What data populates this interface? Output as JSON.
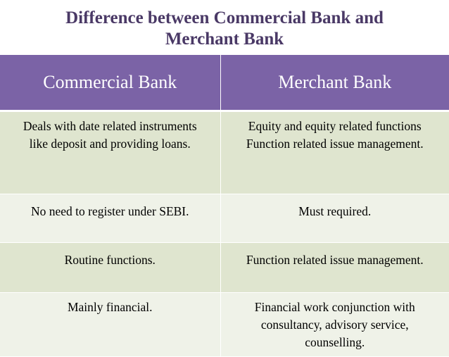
{
  "title": {
    "line1": "Difference between Commercial Bank and",
    "line2": "Merchant Bank"
  },
  "table": {
    "headers": [
      "Commercial Bank",
      "Merchant Bank"
    ],
    "rows": [
      {
        "commercial": [
          "Deals with date related instruments",
          "like deposit and providing loans."
        ],
        "merchant": [
          "Equity and equity related functions",
          "Function related issue management."
        ]
      },
      {
        "commercial": [
          "No need to register under SEBI."
        ],
        "merchant": [
          "Must required."
        ]
      },
      {
        "commercial": [
          "Routine functions."
        ],
        "merchant": [
          "Function related issue management."
        ]
      },
      {
        "commercial": [
          "Mainly financial."
        ],
        "merchant": [
          "Financial work conjunction with",
          "consultancy, advisory service,",
          "counselling."
        ]
      }
    ]
  },
  "colors": {
    "title": "#4a3966",
    "header_bg": "#7b63a6",
    "row_dark": "#dfe5cf",
    "row_light": "#eff2e8"
  }
}
